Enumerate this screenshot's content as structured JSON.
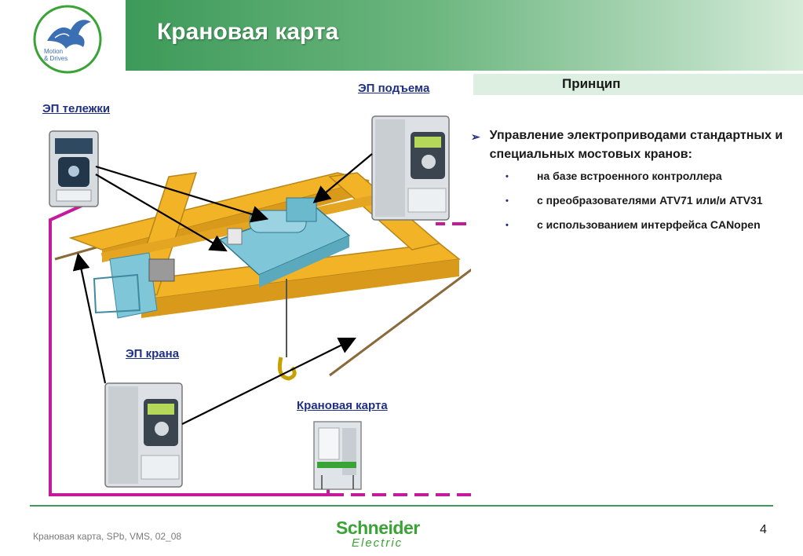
{
  "header": {
    "title": "Крановая карта",
    "logo_text": [
      "Motion",
      "& Drives"
    ],
    "logo_icon": "mythic-bird-logo-icon"
  },
  "principle": {
    "title": "Принцип",
    "main_text": "Управление электроприводами стандартных и специальных мостовых кранов:",
    "sub_items": [
      "на базе встроенного контроллера",
      "с преобразователями  ATV71 или/и ATV31",
      "с использованием интерфейса CANopen"
    ]
  },
  "diagram": {
    "label_trolley": "ЭП тележки",
    "label_hoist": "ЭП подъема",
    "label_crane": "ЭП крана",
    "label_card": "Крановая карта"
  },
  "footer": {
    "text": "Крановая карта, SPb, VMS, 02_08",
    "page": "4",
    "brand_top": "Schneider",
    "brand_bottom": "Electric"
  },
  "colors": {
    "header_green": "#3d9a59",
    "bus_magenta": "#c41b9a",
    "crane_yellow": "#f2b327",
    "trolley_cyan": "#7fc6d8",
    "label_blue": "#1f2f86",
    "brand_green": "#3aa335"
  }
}
